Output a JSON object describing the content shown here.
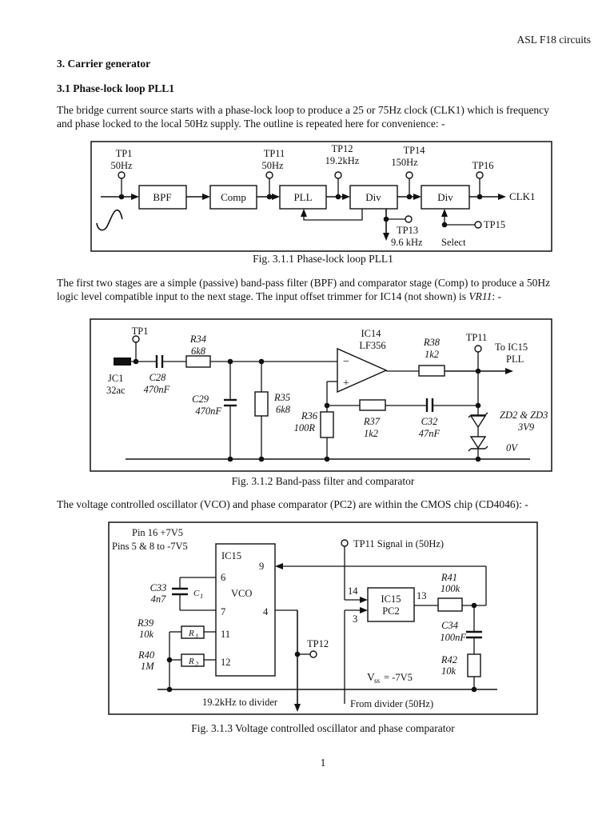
{
  "page": {
    "header": "ASL F18 circuits",
    "heading1": "3. Carrier generator",
    "heading2": "3.1 Phase-lock loop PLL1",
    "para1_line1": "The bridge current source starts with a phase-lock loop to produce a 25 or 75Hz clock (CLK1) which is frequency",
    "para1_line2": "and phase locked to the local 50Hz supply. The outline is repeated here for convenience: -",
    "para2_line1": "The first two stages are a simple (passive) band-pass filter (BPF) and comparator stage (Comp) to produce a 50Hz",
    "para2_line2_pre": "logic level compatible input to the next stage. The input offset trimmer for IC14 (not shown) is ",
    "para2_line2_italic": "VR11",
    "para2_line2_post": ": -",
    "para3": "The voltage controlled oscillator (VCO) and phase comparator (PC2) are within the CMOS chip (CD4046): -",
    "page_number": "1"
  },
  "fig1": {
    "caption": "Fig. 3.1.1 Phase-lock loop PLL1",
    "block_bpf": "BPF",
    "block_comp": "Comp",
    "block_pll": "PLL",
    "block_div1": "Div",
    "block_div2": "Div",
    "tp1": "TP1",
    "tp1_freq": "50Hz",
    "tp11": "TP11",
    "tp11_freq": "50Hz",
    "tp12": "TP12",
    "tp12_freq": "19.2kHz",
    "tp13": "TP13",
    "tp13_freq": "9.6 kHz",
    "tp14": "TP14",
    "tp14_freq": "150Hz",
    "tp15": "TP15",
    "tp16": "TP16",
    "select_label": "Select",
    "clk_label": "CLK1"
  },
  "fig2": {
    "caption": "Fig. 3.1.2 Band-pass filter and comparator",
    "jc1": "JC1",
    "jc1_sub": "32ac",
    "tp1": "TP1",
    "c28": "C28",
    "c28_val": "470nF",
    "r34": "R34",
    "r34_val": "6k8",
    "c29": "C29",
    "c29_val": "470nF",
    "r35": "R35",
    "r35_val": "6k8",
    "r36": "R36",
    "r36_val": "100R",
    "r37": "R37",
    "r37_val": "1k2",
    "r38": "R38",
    "r38_val": "1k2",
    "c32": "C32",
    "c32_val": "47nF",
    "ic14": "IC14",
    "ic14_part": "LF356",
    "minus": "−",
    "plus": "+",
    "tp11": "TP11",
    "to_ic15": "To IC15",
    "pll": "PLL",
    "zd": "ZD2 & ZD3",
    "zd_val": "3V9",
    "zero_v": "0V"
  },
  "fig3": {
    "caption": "Fig. 3.1.3 Voltage controlled oscillator and phase comparator",
    "pin16": "Pin 16 +7V5",
    "pins58": "Pins 5 & 8 to -7V5",
    "ic15": "IC15",
    "vco": "VCO",
    "pin9": "9",
    "pin6": "6",
    "pin7": "7",
    "pin4": "4",
    "pin11": "11",
    "pin12": "12",
    "pin14": "14",
    "pin3": "3",
    "pin13": "13",
    "c33": "C33",
    "c33_val": "4n7",
    "c1_main": "C",
    "c1_sub": "1",
    "r39": "R39",
    "r39_val": "10k",
    "r40": "R40",
    "r40_val": "1M",
    "r1_main": "R",
    "r1_sub": "1",
    "r2_main": "R",
    "r2_sub": "2",
    "tp12": "TP12",
    "khz_divider": "19.2kHz to divider",
    "tp11_signal": "TP11 Signal in (50Hz)",
    "pc2_ic": "IC15",
    "pc2": "PC2",
    "r41": "R41",
    "r41_val": "100k",
    "c34": "C34",
    "c34_val": "100nF",
    "r42": "R42",
    "r42_val": "10k",
    "vss_v": "V",
    "vss_sub": "ss",
    "vss_eq": "= -7V5",
    "from_divider": "From divider (50Hz)"
  }
}
